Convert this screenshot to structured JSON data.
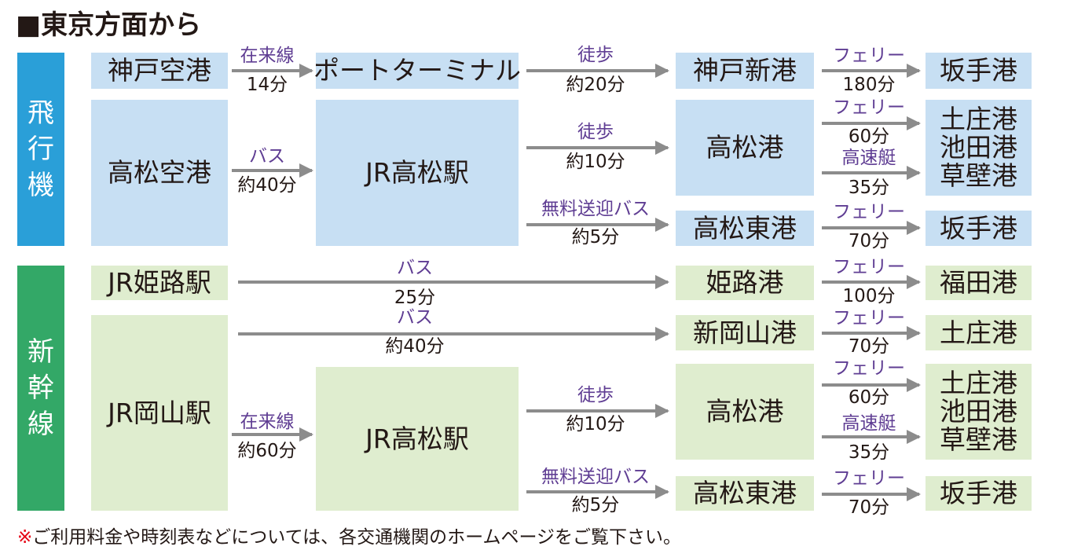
{
  "title": "■東京方面から",
  "colors": {
    "airplane_bar": "#2a9fd8",
    "shinkansen_bar": "#33a867",
    "blue_box": "#c7dff3",
    "green_box": "#dfedcf",
    "arrow": "#8c8c8c",
    "mode_text": "#5f3d93"
  },
  "sections": {
    "airplane": {
      "label": [
        "飛",
        "行",
        "機"
      ]
    },
    "shinkansen": {
      "label": [
        "新",
        "幹",
        "線"
      ]
    }
  },
  "boxes": {
    "kobe_airport": "神戸空港",
    "port_terminal": "ポートターミナル",
    "kobe_shinko": "神戸新港",
    "sakate_1": "坂手港",
    "takamatsu_airport": "高松空港",
    "jr_takamatsu_1": "JR高松駅",
    "takamatsu_port_1": "高松港",
    "tonosho_ports_1": [
      "土庄港",
      "池田港",
      "草壁港"
    ],
    "takamatsu_higashi_1": "高松東港",
    "sakate_2": "坂手港",
    "jr_himeji": "JR姫路駅",
    "himeji_port": "姫路港",
    "fukuda_port": "福田港",
    "jr_okayama": "JR岡山駅",
    "shin_okayama_port": "新岡山港",
    "tonosho_1": "土庄港",
    "jr_takamatsu_2": "JR高松駅",
    "takamatsu_port_2": "高松港",
    "tonosho_ports_2": [
      "土庄港",
      "池田港",
      "草壁港"
    ],
    "takamatsu_higashi_2": "高松東港",
    "sakate_3": "坂手港"
  },
  "routes": {
    "r1": {
      "mode": "在来線",
      "time": "14分"
    },
    "r2": {
      "mode": "徒歩",
      "time": "約20分"
    },
    "r3": {
      "mode": "フェリー",
      "time": "180分"
    },
    "r4": {
      "mode": "バス",
      "time": "約40分"
    },
    "r5": {
      "mode": "徒歩",
      "time": "約10分"
    },
    "r6": {
      "mode": "フェリー",
      "time": "60分"
    },
    "r7": {
      "mode": "高速艇",
      "time": "35分"
    },
    "r8": {
      "mode": "無料送迎バス",
      "time": "約5分"
    },
    "r9": {
      "mode": "フェリー",
      "time": "70分"
    },
    "r10": {
      "mode": "バス",
      "time": "25分"
    },
    "r11": {
      "mode": "フェリー",
      "time": "100分"
    },
    "r12": {
      "mode": "バス",
      "time": "約40分"
    },
    "r13": {
      "mode": "フェリー",
      "time": "70分"
    },
    "r14": {
      "mode": "在来線",
      "time": "約60分"
    },
    "r15": {
      "mode": "徒歩",
      "time": "約10分"
    },
    "r16": {
      "mode": "フェリー",
      "time": "60分"
    },
    "r17": {
      "mode": "高速艇",
      "time": "35分"
    },
    "r18": {
      "mode": "無料送迎バス",
      "time": "約5分"
    },
    "r19": {
      "mode": "フェリー",
      "time": "70分"
    }
  },
  "note": {
    "mark": "※",
    "text": "ご利用料金や時刻表などについては、各交通機関のホームページをご覧下さい。"
  }
}
